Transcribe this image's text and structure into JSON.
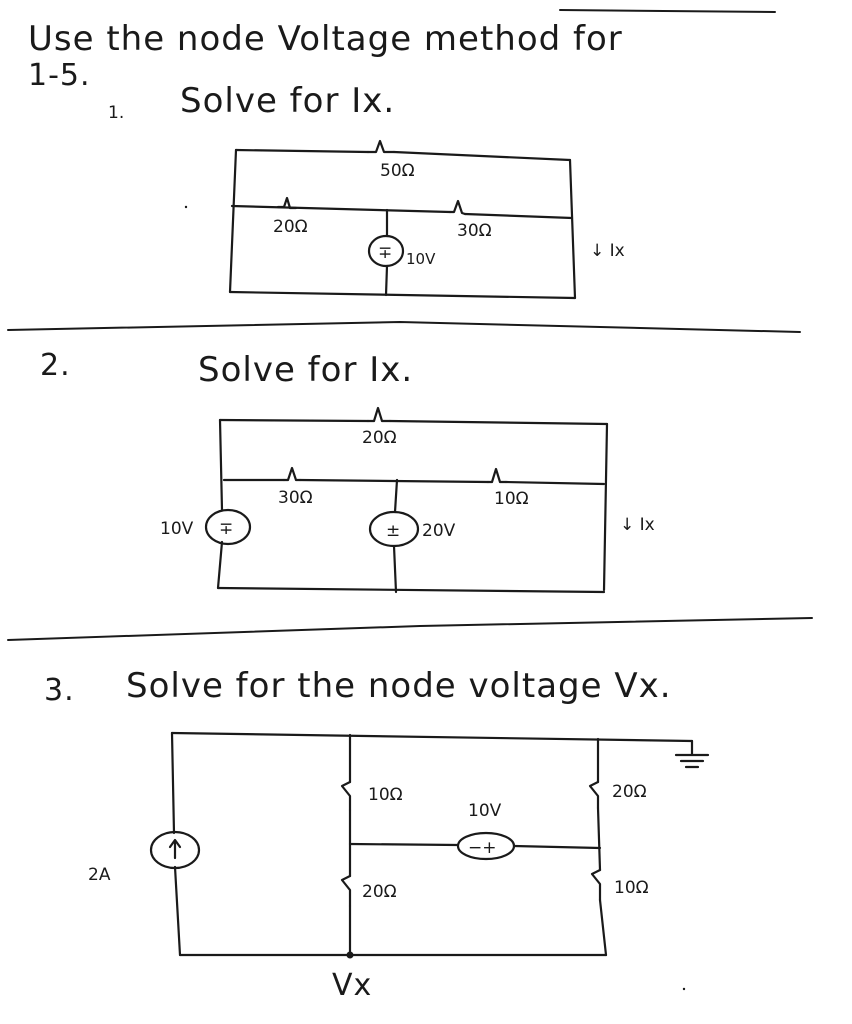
{
  "header": {
    "line1": "Use the node Voltage method for",
    "line2": "1-5."
  },
  "problem1": {
    "number": "1.",
    "prompt": "Solve for Ix.",
    "r_top": "50Ω",
    "r_left": "20Ω",
    "r_right": "30Ω",
    "source": "10V",
    "source_symbol": "∓",
    "current_label": "↓ Ix"
  },
  "problem2": {
    "number": "2.",
    "prompt": "Solve for Ix.",
    "r_top": "20Ω",
    "r_left": "30Ω",
    "r_right": "10Ω",
    "source_left": "10V",
    "source_left_symbol": "∓",
    "source_mid": "20V",
    "source_mid_symbol": "±",
    "current_label": "↓ Ix"
  },
  "problem3": {
    "number": "3.",
    "prompt": "Solve for the node voltage Vx.",
    "current_source": "2A",
    "r_mid_top": "10Ω",
    "r_mid_bottom": "20Ω",
    "r_right_top": "20Ω",
    "r_right_bottom": "10Ω",
    "source": "10V",
    "source_symbol": "−+",
    "node_label": "Vx"
  }
}
